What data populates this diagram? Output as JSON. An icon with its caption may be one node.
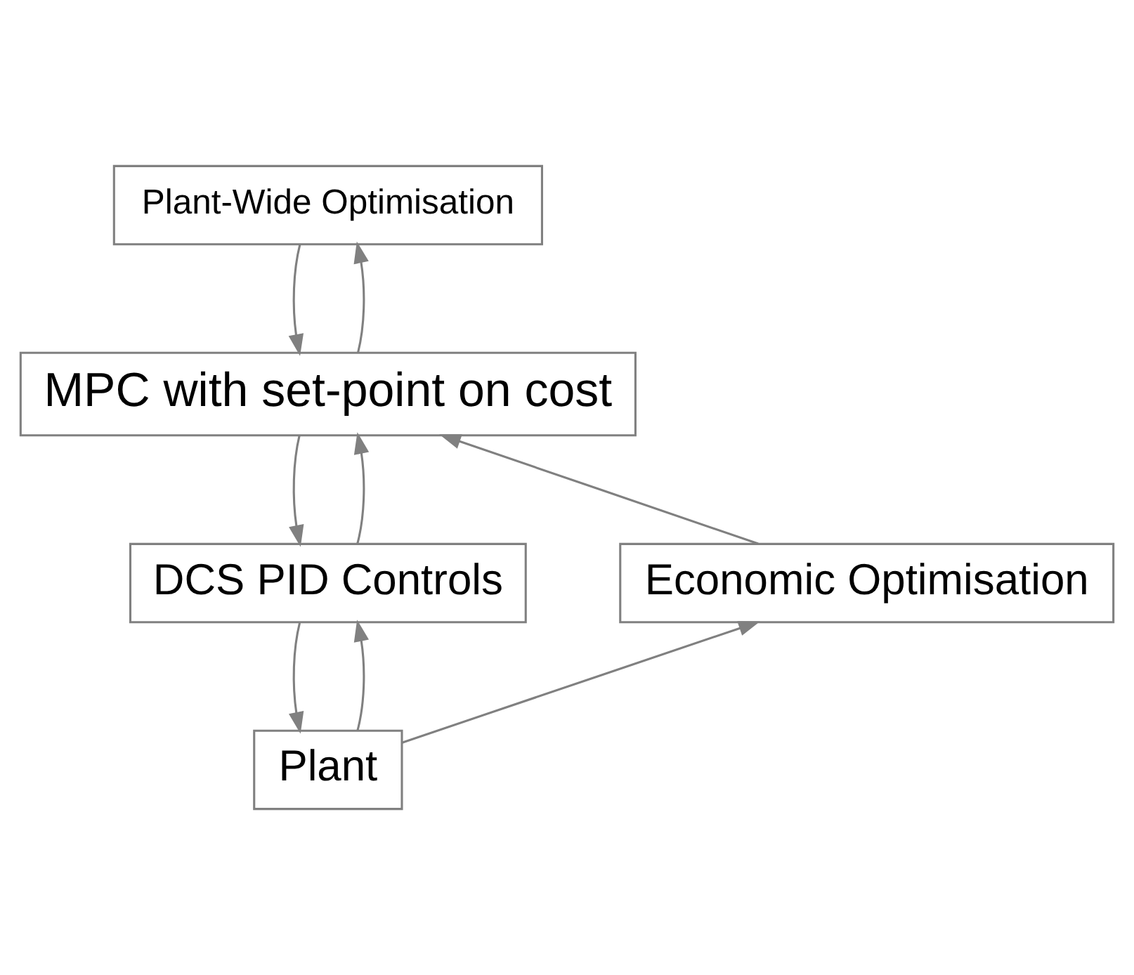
{
  "diagram": {
    "nodes": [
      {
        "text": [
          "Plant-Wide Optimisation"
        ]
      },
      {
        "text": [
          "MPC with set-point on cost"
        ]
      },
      {
        "text": [
          "Economic Optimisation"
        ]
      },
      {
        "text": [
          "DCS PID Controls"
        ]
      },
      {
        "text": [
          "Plant"
        ]
      }
    ],
    "edges": [
      {
        "from": 1,
        "to": 0,
        "arrow": "to"
      },
      {
        "from": 0,
        "to": 1,
        "arrow": "to"
      },
      {
        "from": 2,
        "to": 1,
        "arrow": "to"
      },
      {
        "from": 3,
        "to": 1,
        "arrow": "to"
      },
      {
        "from": 1,
        "to": 3,
        "arrow": "to"
      },
      {
        "from": 4,
        "to": 3,
        "arrow": "to"
      },
      {
        "from": 3,
        "to": 4,
        "arrow": "to"
      },
      {
        "from": 4,
        "to": 2,
        "arrow": "to"
      }
    ]
  }
}
